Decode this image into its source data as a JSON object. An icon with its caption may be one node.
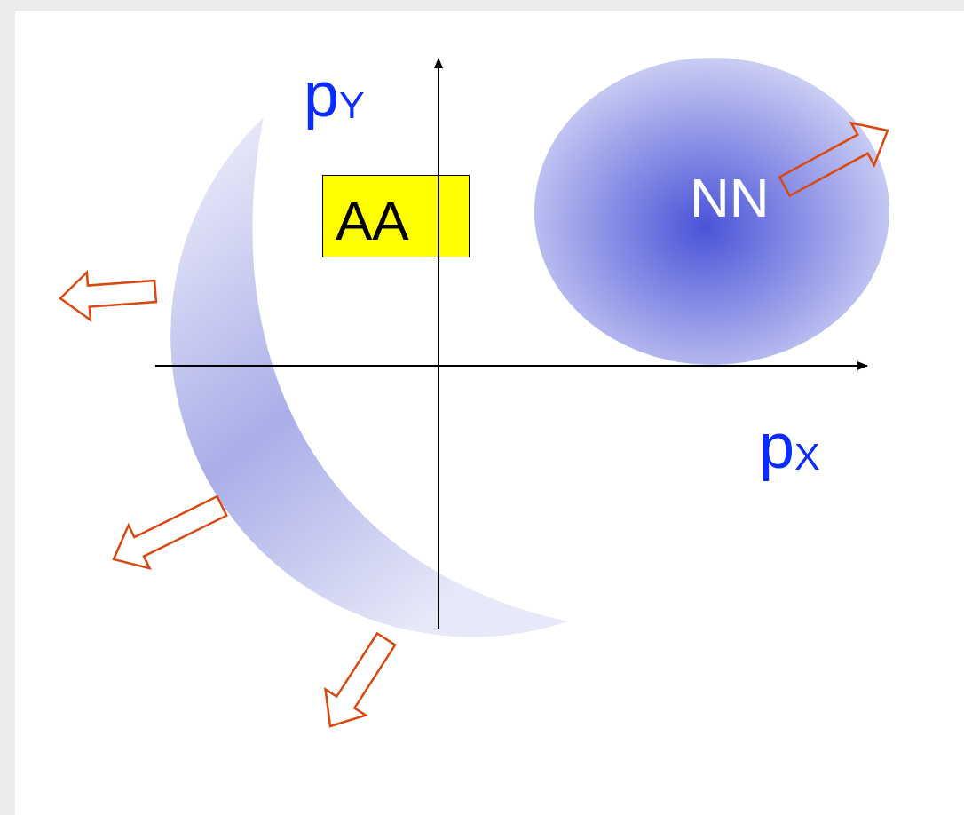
{
  "diagram": {
    "nodes": [
      {
        "text": [],
        "shape": "crescent"
      },
      {
        "text": [
          "AA"
        ]
      },
      {
        "text": [
          "NN"
        ]
      }
    ],
    "labels": [
      "p$_{Y}$",
      "p$_{X}$"
    ]
  }
}
